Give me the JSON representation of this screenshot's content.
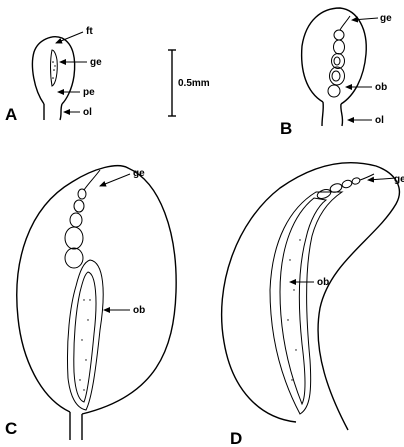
{
  "panels": {
    "A": {
      "letter": "A",
      "labels": {
        "ft": "ft",
        "ge": "ge",
        "pe": "pe",
        "ol": "ol"
      }
    },
    "B": {
      "letter": "B",
      "labels": {
        "ge": "ge",
        "ob": "ob",
        "ol": "ol"
      }
    },
    "C": {
      "letter": "C",
      "labels": {
        "ge": "ge",
        "ob": "ob"
      }
    },
    "D": {
      "letter": "D",
      "labels": {
        "ge": "ge",
        "ob": "ob"
      }
    }
  },
  "scale_bar": {
    "label": "0.5mm"
  }
}
